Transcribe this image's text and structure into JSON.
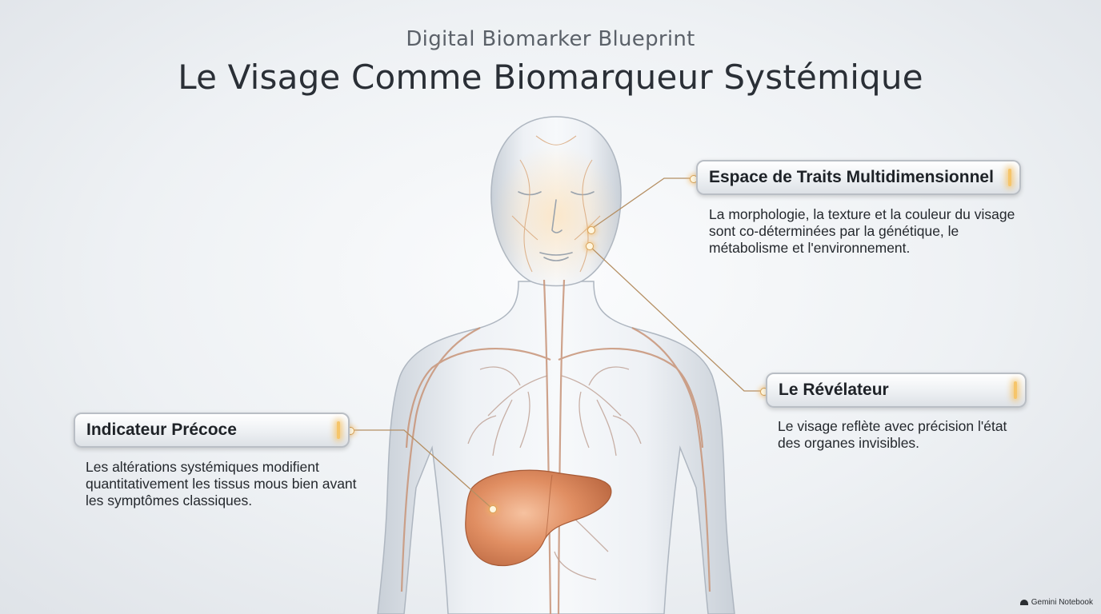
{
  "header": {
    "subtitle": "Digital Biomarker Blueprint",
    "title": "Le Visage Comme Biomarqueur Systémique"
  },
  "callouts": [
    {
      "title": "Espace de Traits Multidimensionnel",
      "text": "La morphologie, la texture et la couleur du visage sont co-déterminées par la génétique, le métabolisme et l'environnement."
    },
    {
      "title": "Le Révélateur",
      "text": "Le visage reflète avec précision l'état des organes invisibles."
    },
    {
      "title": "Indicateur Précoce",
      "text": "Les altérations systémiques modifient quantitativement les tissus mous bien avant les symptômes classiques."
    }
  ],
  "watermark": "Gemini Notebook",
  "colors": {
    "accent_glow": "#f6c56a",
    "organ": "#e89a6a",
    "vessel": "#c89478",
    "body": "#dfe4ea"
  },
  "icons": [
    "anatomy-figure",
    "liver-icon",
    "connector-dot"
  ]
}
